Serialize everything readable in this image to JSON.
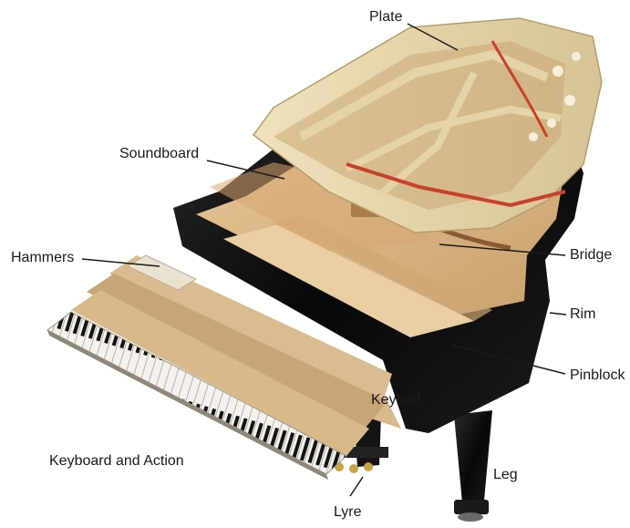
{
  "labels": {
    "plate": "Plate",
    "soundboard": "Soundboard",
    "hammers": "Hammers",
    "bridge": "Bridge",
    "rim": "Rim",
    "pinblock": "Pinblock",
    "keybed": "Keybed",
    "keyboard_and_action": "Keyboard and Action",
    "leg": "Leg",
    "lyre": "Lyre"
  },
  "colors": {
    "plate": "#e4d4a8",
    "wood": "#d9b486",
    "case": "#0d0d0d",
    "string_red": "#c8412c"
  }
}
